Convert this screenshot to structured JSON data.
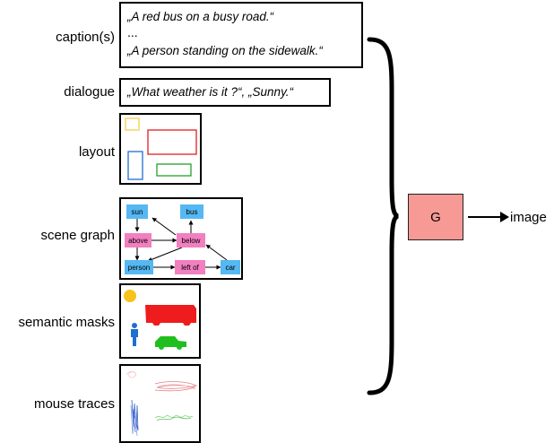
{
  "rows": {
    "captions": {
      "label": "caption(s)",
      "line1": "„A red bus on a busy road.“",
      "ellipsis": "...",
      "line2": "„A person standing on the sidewalk.“"
    },
    "dialogue": {
      "label": "dialogue",
      "text": "„What weather is it ?“, „Sunny.“"
    },
    "layout": {
      "label": "layout"
    },
    "scene_graph": {
      "label": "scene graph",
      "nodes": {
        "sun": "sun",
        "bus": "bus",
        "above": "above",
        "below": "below",
        "person": "person",
        "left_of": "left of",
        "car": "car"
      }
    },
    "semantic_masks": {
      "label": "semantic masks"
    },
    "mouse_traces": {
      "label": "mouse traces"
    }
  },
  "generator": {
    "label": "G"
  },
  "output": {
    "label": "image"
  },
  "colors": {
    "object_node": "#55b8f2",
    "relation_node": "#f27fc0",
    "generator_fill": "#f79a96",
    "layout_yellow": "#f2d04a",
    "layout_red": "#e02020",
    "layout_blue": "#1f6fd0",
    "layout_green": "#23a023",
    "mask_bus": "#ee1c1c",
    "mask_sun": "#f7c21a",
    "mask_person": "#1e6fd0",
    "mask_car": "#1fbf1f"
  }
}
